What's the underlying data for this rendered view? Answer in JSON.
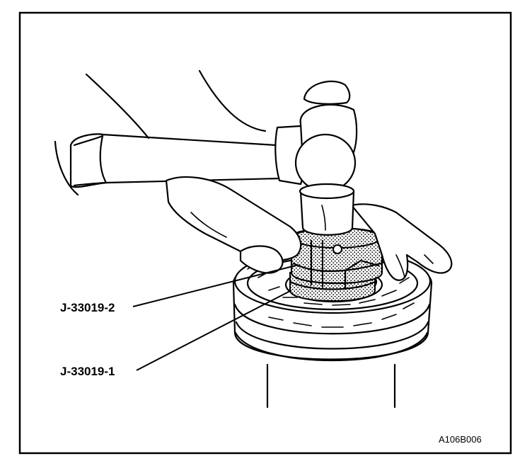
{
  "figure": {
    "callouts": [
      {
        "id": "tool-2",
        "label": "J-33019-2"
      },
      {
        "id": "tool-1",
        "label": "J-33019-1"
      }
    ],
    "figure_id": "A106B006"
  },
  "icons": {
    "hammer": "hammer-icon",
    "hand": "hand-icon",
    "clutch_hub": "clutch-hub-icon"
  }
}
